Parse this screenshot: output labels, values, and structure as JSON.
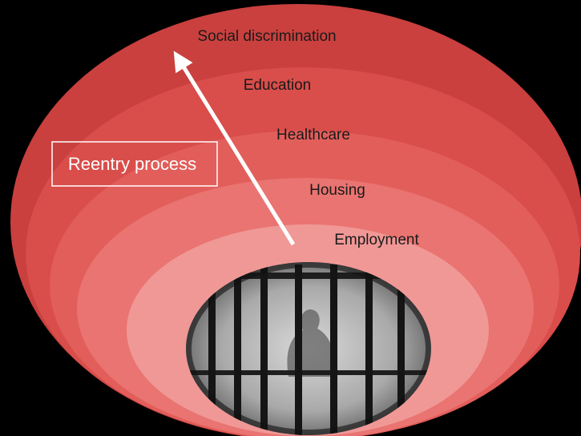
{
  "diagram": {
    "rings": [
      {
        "label": "Social discrimination",
        "color": "#c9403e"
      },
      {
        "label": "Education",
        "color": "#d94d4a"
      },
      {
        "label": "Healthcare",
        "color": "#e25e5a"
      },
      {
        "label": "Housing",
        "color": "#e97471"
      },
      {
        "label": "Employment",
        "color": "#f09896"
      }
    ],
    "process_label": "Reentry process",
    "center_image": "prison-bars-silhouette"
  }
}
